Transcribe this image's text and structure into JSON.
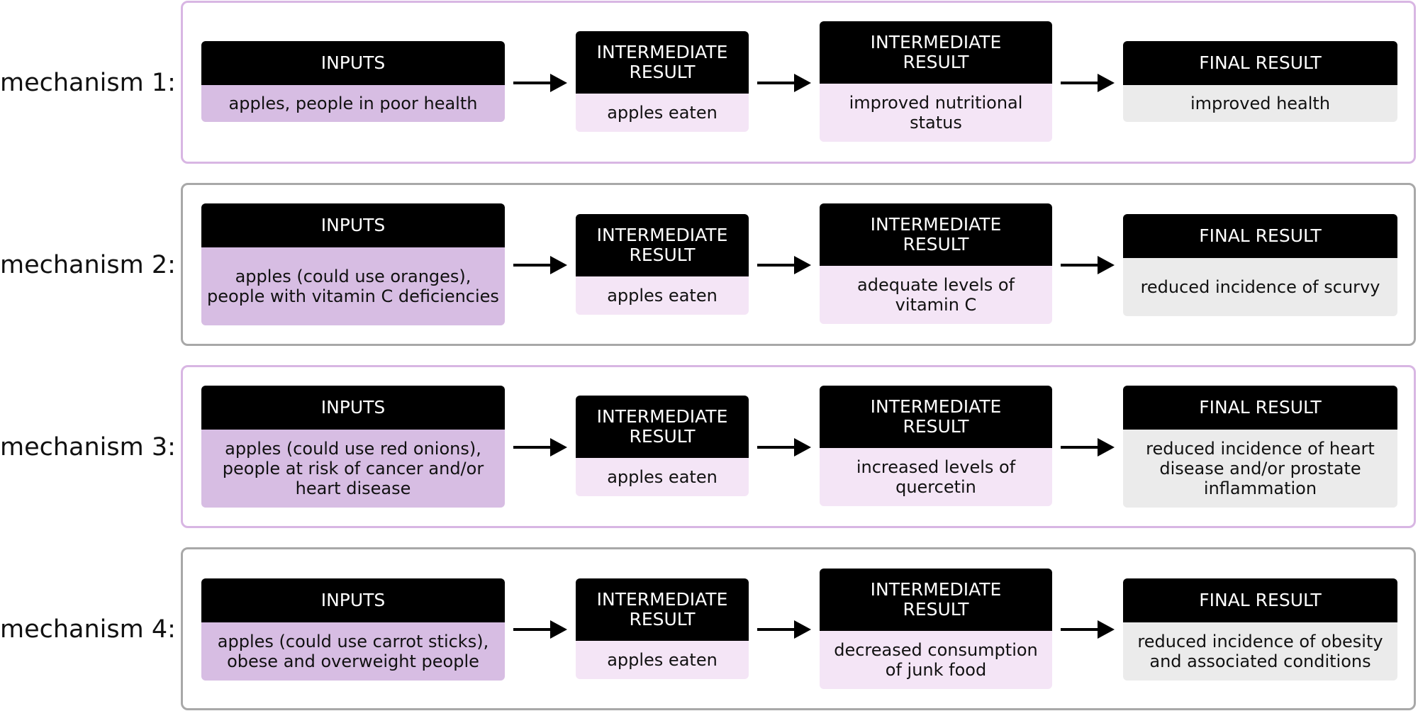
{
  "colors": {
    "panel_border_purple": "#d8b6e3",
    "panel_border_gray": "#a8a8a8",
    "header_bg": "#000000",
    "header_text": "#ffffff",
    "inputs_body": "#d7bde3",
    "intermediate_body": "#f4e5f6",
    "final_body": "#ebebeb"
  },
  "mechanisms": [
    {
      "label": "mechanism 1:",
      "steps": [
        {
          "kind": "inputs",
          "header": "INPUTS",
          "body": "apples, people in poor health"
        },
        {
          "kind": "intermediate",
          "header": "INTERMEDIATE RESULT",
          "body": "apples eaten"
        },
        {
          "kind": "intermediate",
          "header": "INTERMEDIATE RESULT",
          "body": "improved nutritional status"
        },
        {
          "kind": "final",
          "header": "FINAL RESULT",
          "body": "improved health"
        }
      ]
    },
    {
      "label": "mechanism 2:",
      "steps": [
        {
          "kind": "inputs",
          "header": "INPUTS",
          "body": "apples (could use oranges), people with vitamin C deficiencies"
        },
        {
          "kind": "intermediate",
          "header": "INTERMEDIATE RESULT",
          "body": "apples eaten"
        },
        {
          "kind": "intermediate",
          "header": "INTERMEDIATE RESULT",
          "body": "adequate levels of vitamin C"
        },
        {
          "kind": "final",
          "header": "FINAL RESULT",
          "body": "reduced incidence of scurvy"
        }
      ]
    },
    {
      "label": "mechanism 3:",
      "steps": [
        {
          "kind": "inputs",
          "header": "INPUTS",
          "body": "apples (could use red onions), people at risk of cancer and/or heart disease"
        },
        {
          "kind": "intermediate",
          "header": "INTERMEDIATE RESULT",
          "body": "apples eaten"
        },
        {
          "kind": "intermediate",
          "header": "INTERMEDIATE RESULT",
          "body": "increased levels of quercetin"
        },
        {
          "kind": "final",
          "header": "FINAL RESULT",
          "body": "reduced incidence of heart disease and/or prostate inflammation"
        }
      ]
    },
    {
      "label": "mechanism 4:",
      "steps": [
        {
          "kind": "inputs",
          "header": "INPUTS",
          "body": "apples (could use carrot sticks), obese and overweight people"
        },
        {
          "kind": "intermediate",
          "header": "INTERMEDIATE RESULT",
          "body": "apples eaten"
        },
        {
          "kind": "intermediate",
          "header": "INTERMEDIATE RESULT",
          "body": "decreased consumption of junk food"
        },
        {
          "kind": "final",
          "header": "FINAL RESULT",
          "body": "reduced incidence of obesity and associated conditions"
        }
      ]
    }
  ]
}
